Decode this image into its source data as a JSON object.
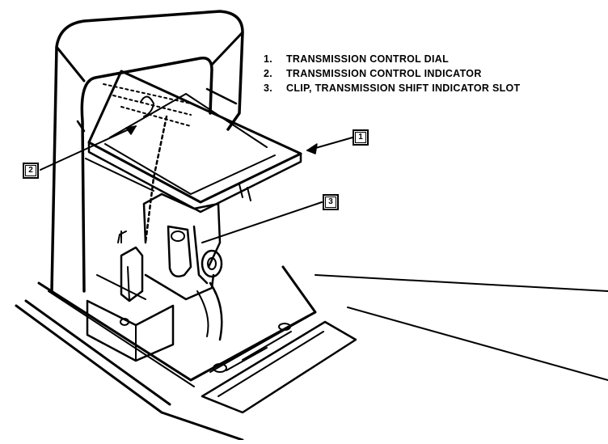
{
  "legend": [
    {
      "number": "1.",
      "label": "TRANSMISSION CONTROL DIAL"
    },
    {
      "number": "2.",
      "label": "TRANSMISSION CONTROL INDICATOR"
    },
    {
      "number": "3.",
      "label": "CLIP, TRANSMISSION SHIFT INDICATOR SLOT"
    }
  ],
  "callouts": {
    "c1": "1",
    "c2": "2",
    "c3": "3"
  },
  "colors": {
    "ink": "#000000",
    "paper": "#ffffff"
  }
}
